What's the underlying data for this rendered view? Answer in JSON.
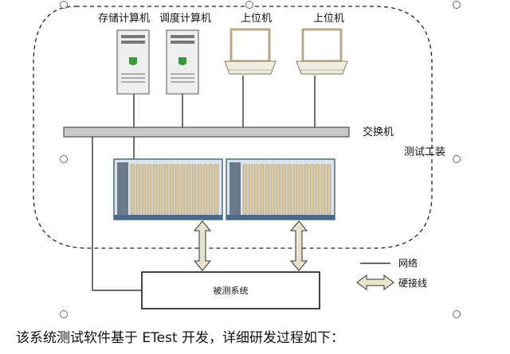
{
  "nodes": {
    "storage_computer": "存储计算机",
    "scheduler_computer": "调度计算机",
    "host_pc_1": "上位机",
    "host_pc_2": "上位机",
    "switch": "交换机",
    "test_fixture": "测试工装",
    "system_under_test": "被测系统"
  },
  "legend": {
    "network": "网络",
    "hardwire": "硬接线"
  },
  "caption": "该系统测试软件基于 ETest 开发，详细研发过程如下：",
  "colors": {
    "switch_bar": "#c8c8c8",
    "arrow_fill": "#e8e4cc",
    "chassis_slot": "#d8c8a0",
    "chassis_frame": "#4a6a8a",
    "laptop_frame": "#b8a888"
  }
}
